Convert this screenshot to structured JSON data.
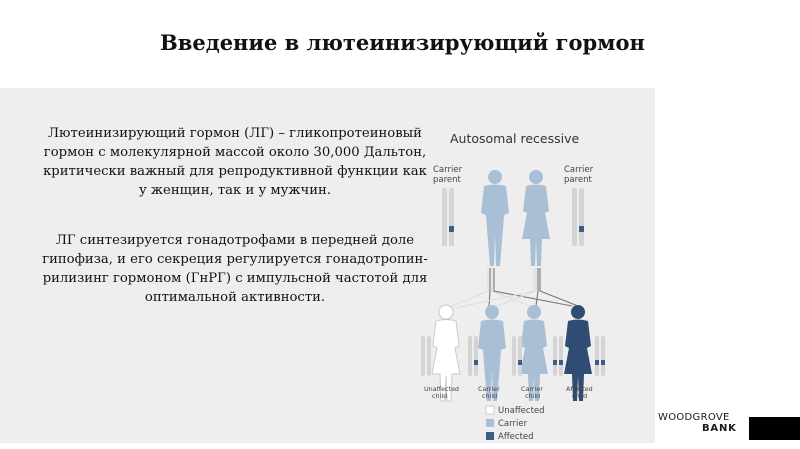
{
  "slide": {
    "title": "Введение в лютеинизирующий гормон",
    "paragraph1": "Лютеинизирующий гормон (ЛГ) – гликопротеиновый гормон с молекулярной массой около 30,000 Дальтон, критически важный для репродуктивной функции как у женщин, так и у мужчин.",
    "paragraph2": "ЛГ синтезируется гонадотрофами в передней доле гипофиза, и его секреция регулируется гонадотропин-рилизинг гормоном (ГнРГ) с импульсной частотой для оптимальной активности."
  },
  "figure": {
    "title": "Autosomal recessive",
    "parents": [
      {
        "label_line1": "Carrier",
        "label_line2": "parent"
      },
      {
        "label_line1": "Carrier",
        "label_line2": "parent"
      }
    ],
    "children": [
      {
        "label_line1": "Unaffected",
        "label_line2": "child",
        "status": "unaffected"
      },
      {
        "label_line1": "Carrier",
        "label_line2": "child",
        "status": "carrier"
      },
      {
        "label_line1": "Carrier",
        "label_line2": "child",
        "status": "carrier"
      },
      {
        "label_line1": "Affected",
        "label_line2": "child",
        "status": "affected"
      }
    ],
    "legend": [
      {
        "label": "Unaffected",
        "color": "#ffffff"
      },
      {
        "label": "Carrier",
        "color": "#a9bfd6"
      },
      {
        "label": "Affected",
        "color": "#3e5d85"
      }
    ],
    "colors": {
      "carrier": "#a9bfd6",
      "affected": "#2f4c75",
      "unaffected_outline": "#c7c7c7",
      "chromosome": "#d4d4d4",
      "allele_mark": "#3e5d85"
    }
  },
  "brand": {
    "line1": "WOODGROVE",
    "line2": "BANK"
  }
}
